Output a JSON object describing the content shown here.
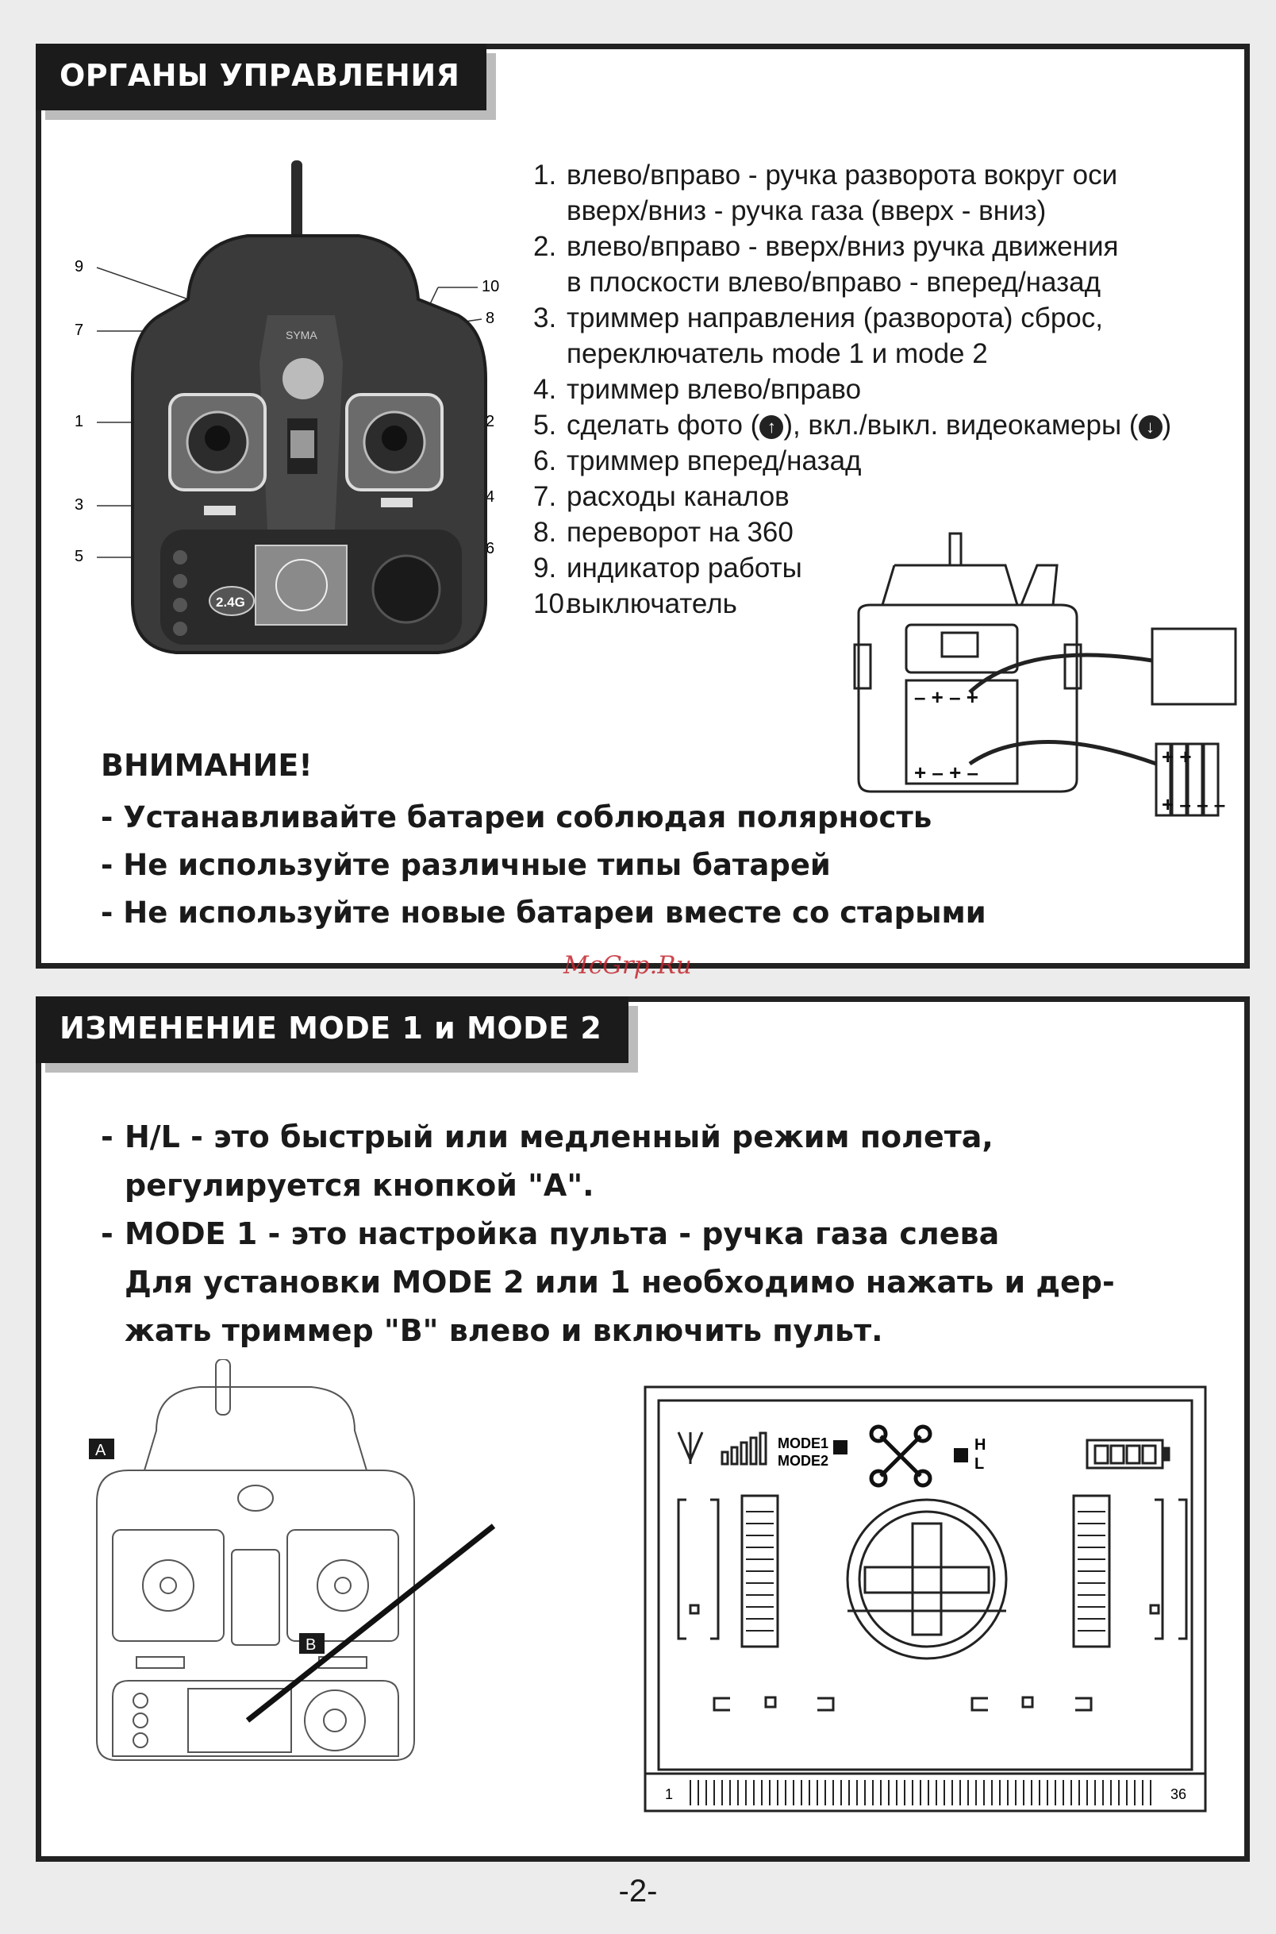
{
  "section1": {
    "title": "ОРГАНЫ УПРАВЛЕНИЯ",
    "callouts": [
      "9",
      "7",
      "1",
      "3",
      "5",
      "10",
      "8",
      "2",
      "4",
      "6"
    ],
    "controller_label": "2.4G",
    "brand_label": "SYMA",
    "items": [
      {
        "num": "1.",
        "line1": "влево/вправо - ручка разворота вокруг оси",
        "line2": "вверх/вниз - ручка газа (вверх - вниз)"
      },
      {
        "num": "2.",
        "line1": "влево/вправо - вверх/вниз ручка движения",
        "line2": "в плоскости влево/вправо - вперед/назад"
      },
      {
        "num": "3.",
        "line1": "триммер направления (разворота) сброс,",
        "line2": "переключатель mode 1 и mode 2"
      },
      {
        "num": "4.",
        "line1": "триммер влево/вправо"
      },
      {
        "num": "5.",
        "line1a": "сделать фото (",
        "line1b": "), вкл./выкл. видеокамеры (",
        "line1c": ")"
      },
      {
        "num": "6.",
        "line1": "триммер вперед/назад"
      },
      {
        "num": "7.",
        "line1": "расходы каналов"
      },
      {
        "num": "8.",
        "line1": "переворот на 360"
      },
      {
        "num": "9.",
        "line1": "индикатор работы"
      },
      {
        "num": "10.",
        "line1": "выключатель"
      }
    ],
    "warning": {
      "title": "ВНИМАНИЕ!",
      "lines": [
        "- Устанавливайте батареи соблюдая полярность",
        "- Не используйте различные типы батарей",
        "- Не используйте новые батареи вместе со старыми"
      ]
    }
  },
  "watermark": "McGrp.Ru",
  "section2": {
    "title": "ИЗМЕНЕНИЕ MODE 1 и MODE 2",
    "para": {
      "dash": "-",
      "l1": "H/L - это быстрый или медленный режим полета,",
      "l2": "регулируется кнопкой \"А\".",
      "l3": "MODE 1 - это настройка пульта - ручка газа слева",
      "l4": "Для установки MODE 2 или 1 необходимо нажать и дер-",
      "l5": "жать триммер \"В\" влево и включить пульт."
    },
    "label_a": "A",
    "label_b": "B",
    "lcd": {
      "mode1": "MODE1",
      "mode2": "MODE2",
      "h": "H",
      "l": "L",
      "scale_start": "1",
      "scale_end": "36"
    }
  },
  "page_number": "-2-"
}
